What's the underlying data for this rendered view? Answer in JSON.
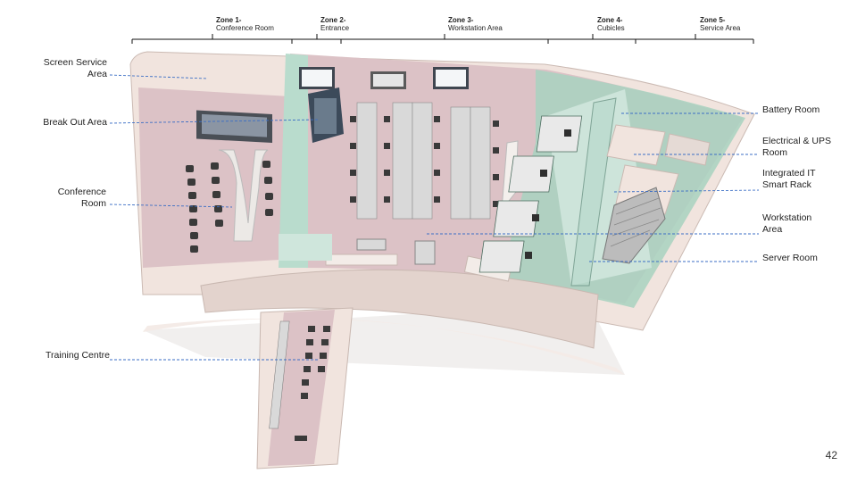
{
  "zones": [
    {
      "id": "zone1",
      "code": "Zone 1-",
      "name": "Conference Room"
    },
    {
      "id": "zone2",
      "code": "Zone 2-",
      "name": "Entrance"
    },
    {
      "id": "zone3",
      "code": "Zone 3-",
      "name": "Workstation Area"
    },
    {
      "id": "zone4",
      "code": "Zone 4-",
      "name": "Cubicles"
    },
    {
      "id": "zone5",
      "code": "Zone 5-",
      "name": "Service Area"
    }
  ],
  "callouts_left": {
    "screen_service": {
      "line1": "Screen Service",
      "line2": "Area"
    },
    "break_out": {
      "line1": "Break Out Area"
    },
    "conference": {
      "line1": "Conference",
      "line2": "Room"
    },
    "training": {
      "line1": "Training Centre"
    }
  },
  "callouts_right": {
    "battery": {
      "line1": "Battery Room"
    },
    "electrical": {
      "line1": "Electrical  & UPS",
      "line2": "Room"
    },
    "it_rack": {
      "line1": "Integrated IT",
      "line2": "Smart Rack"
    },
    "workstation": {
      "line1": "Workstation",
      "line2": "Area"
    },
    "server": {
      "line1": "Server Room"
    }
  },
  "page_number": "42",
  "colors": {
    "wall": "#f1e4de",
    "floor": "#dcc2c6",
    "accent_teal": "#a8d2c0",
    "furniture": "#d9d9d9",
    "chair": "#3a3a3a",
    "leader": "#3b6ec5"
  }
}
